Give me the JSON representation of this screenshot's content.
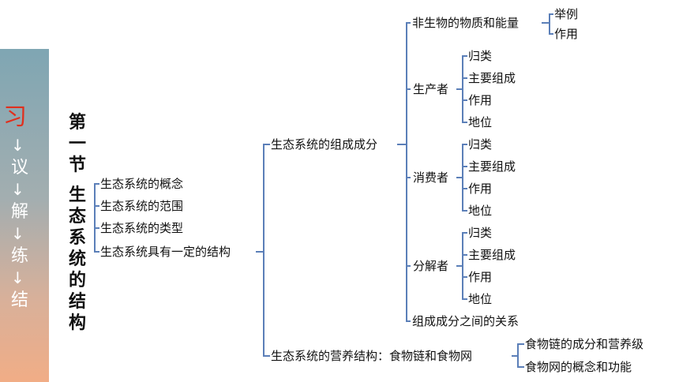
{
  "sidebar": {
    "first": "习",
    "items": [
      "议",
      "解",
      "练",
      "结"
    ],
    "arrow": "↓"
  },
  "title": {
    "part1": "第一节",
    "part2": "生态系统的结构"
  },
  "level1": [
    "生态系统的概念",
    "生态系统的范围",
    "生态系统的类型",
    "生态系统具有一定的结构"
  ],
  "level2": {
    "composition": "生态系统的组成成分",
    "nutrition": "生态系统的营养结构：食物链和食物网"
  },
  "composition": {
    "abiotic": "非生物的物质和能量",
    "abiotic_children": [
      "举例",
      "作用"
    ],
    "producer": "生产者",
    "consumer": "消费者",
    "decomposer": "分解者",
    "organism_children": [
      "归类",
      "主要组成",
      "作用",
      "地位"
    ],
    "relation": "组成成分之间的关系"
  },
  "nutrition_children": [
    "食物链的成分和营养级",
    "食物网的概念和功能"
  ],
  "colors": {
    "line": "#5b7fb8",
    "accent": "#e0301e"
  }
}
